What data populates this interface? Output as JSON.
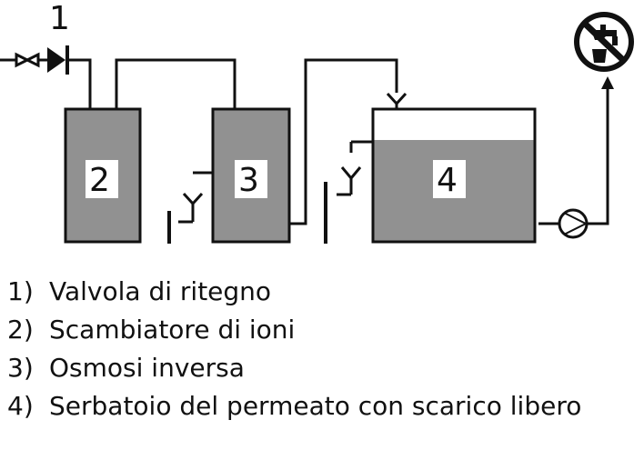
{
  "diagram": {
    "labels": {
      "valve": "1",
      "exchanger": "2",
      "osmosis": "3",
      "tank": "4"
    },
    "icon": "no-drinking-water-icon"
  },
  "legend": [
    {
      "num": "1)",
      "text": "Valvola di ritegno"
    },
    {
      "num": "2)",
      "text": "Scambiatore di ioni"
    },
    {
      "num": "3)",
      "text": "Osmosi inversa"
    },
    {
      "num": "4)",
      "text": "Serbatoio del permeato con scarico libero"
    }
  ]
}
